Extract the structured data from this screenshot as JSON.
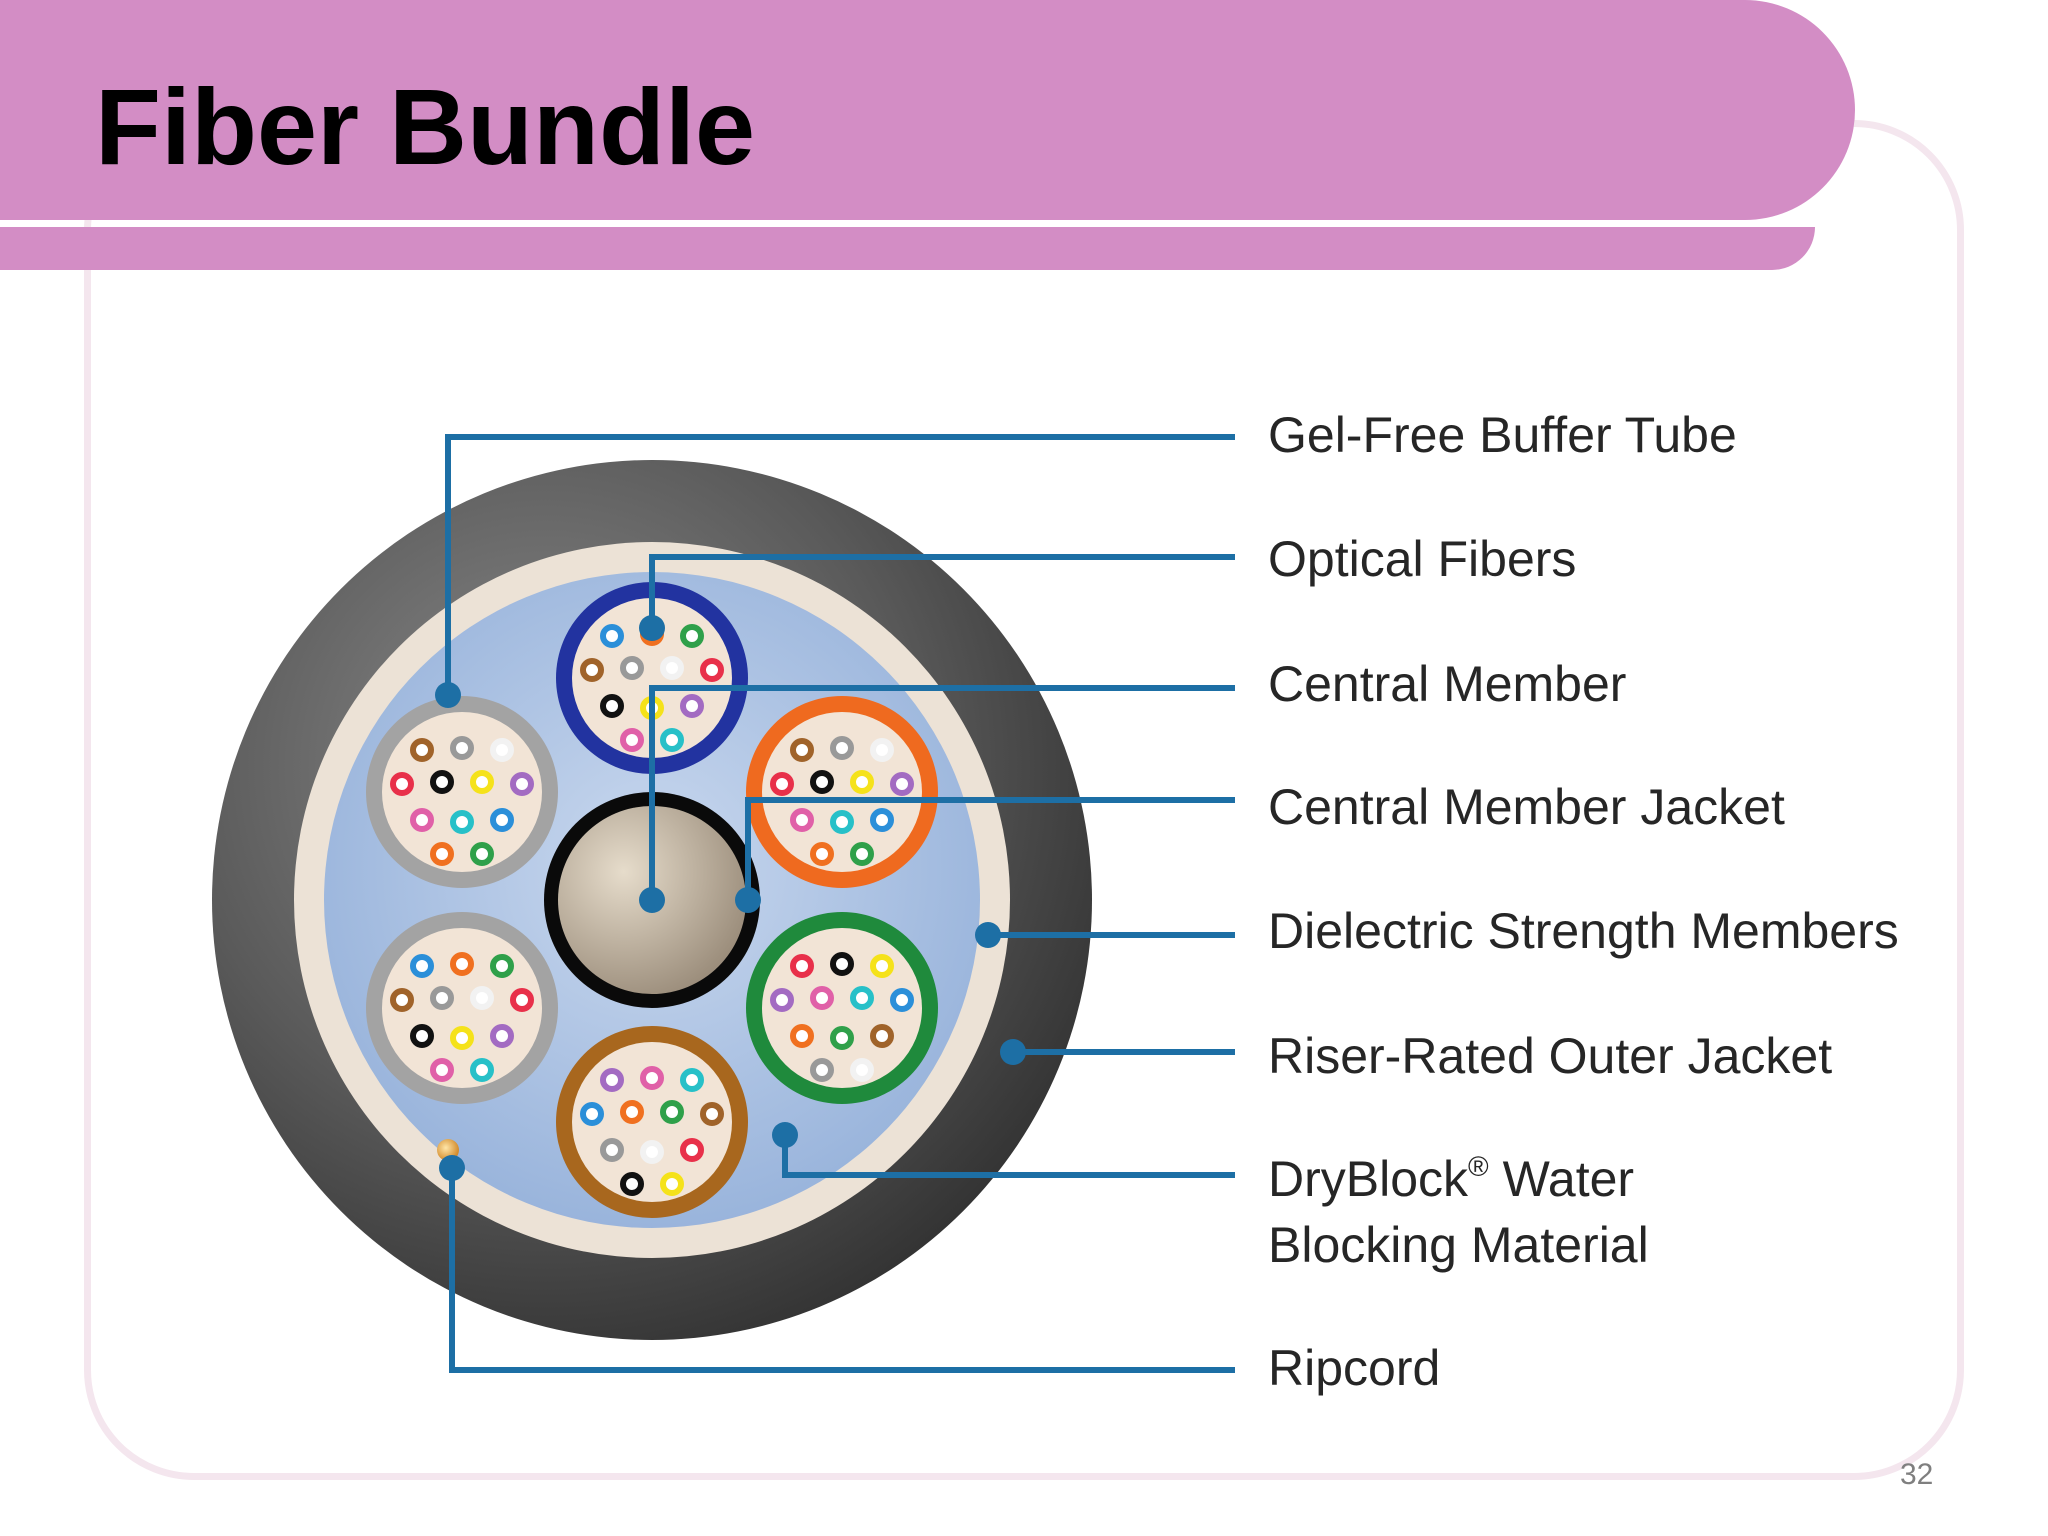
{
  "slide": {
    "title": "Fiber Bundle",
    "page_number": "32"
  },
  "colors": {
    "banner": "#d38dc5",
    "leader_line": "#1d6fa5",
    "outer_jacket": "#4a4a4a",
    "water_blocking": "#a3bde0"
  },
  "callouts": {
    "gel_free_buffer_tube": "Gel-Free Buffer Tube",
    "optical_fibers": "Optical Fibers",
    "central_member": "Central Member",
    "central_member_jacket": "Central Member Jacket",
    "dielectric_strength_members": "Dielectric Strength Members",
    "riser_rated_outer_jacket": "Riser-Rated Outer Jacket",
    "dryblock_line1_prefix": "DryBlock",
    "dryblock_registered": "®",
    "dryblock_line1_suffix": " Water",
    "dryblock_line2": "Blocking Material",
    "ripcord": "Ripcord"
  },
  "buffer_tubes": [
    {
      "name": "blue",
      "color": "#2233a0"
    },
    {
      "name": "orange",
      "color": "#ef6a1f"
    },
    {
      "name": "green",
      "color": "#1f8a3c"
    },
    {
      "name": "brown",
      "color": "#a8671e"
    },
    {
      "name": "gray-lower",
      "color": "#a3a3a3"
    },
    {
      "name": "gray-upper",
      "color": "#a3a3a3"
    }
  ],
  "fiber_colors": [
    "#2b8fd9",
    "#f07020",
    "#2fa04a",
    "#a0632a",
    "#999999",
    "#f2f2f2",
    "#e8304a",
    "#111111",
    "#f5e21a",
    "#a36bc2",
    "#e060a8",
    "#27c0c8"
  ]
}
